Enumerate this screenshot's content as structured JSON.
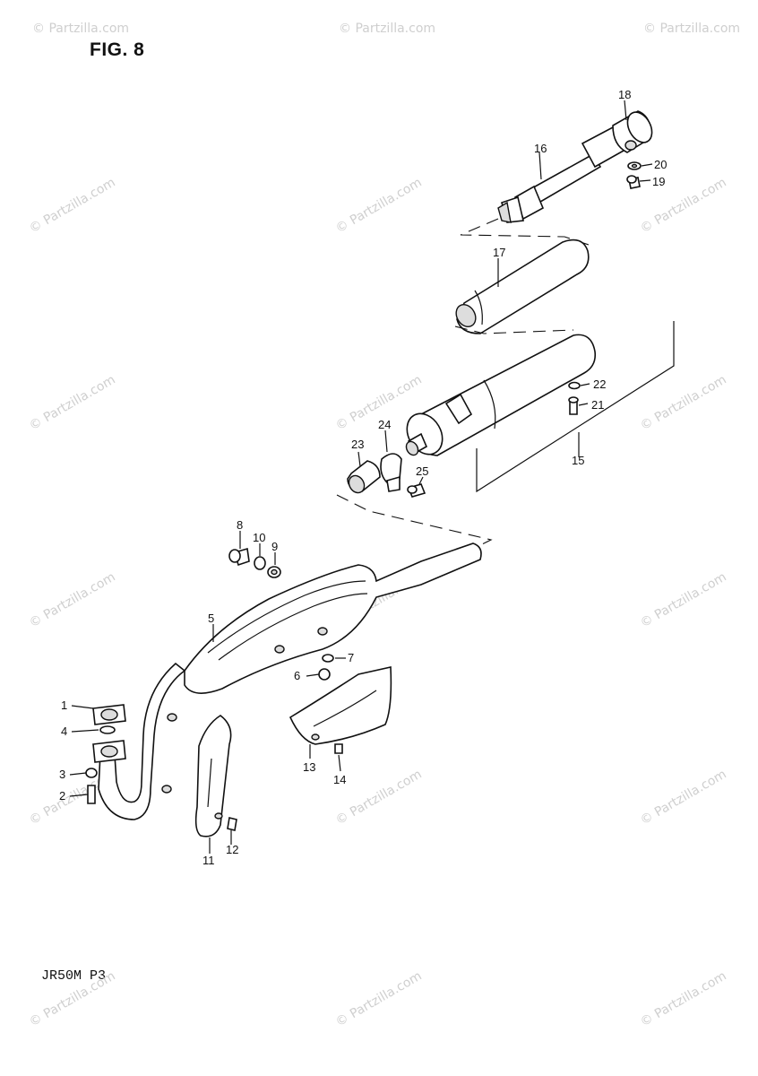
{
  "figure_title": "FIG. 8",
  "model_code": "JR50M P3",
  "watermark": "© Partzilla.com",
  "callouts": [
    "1",
    "2",
    "3",
    "4",
    "5",
    "6",
    "7",
    "8",
    "9",
    "10",
    "11",
    "12",
    "13",
    "14",
    "15",
    "16",
    "17",
    "18",
    "19",
    "20",
    "21",
    "22",
    "23",
    "24",
    "25"
  ]
}
